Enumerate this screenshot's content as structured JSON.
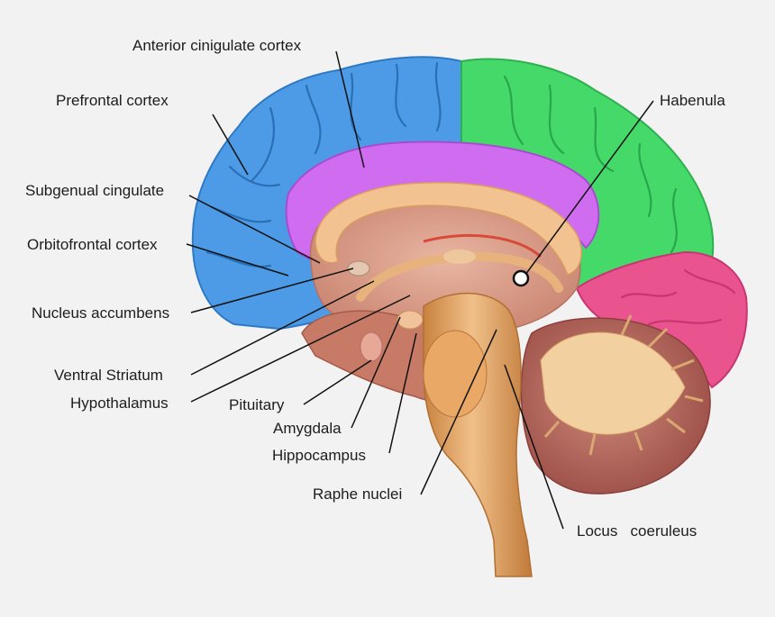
{
  "labels": {
    "anterior_cingulate": "Anterior cinigulate cortex",
    "prefrontal": "Prefrontal cortex",
    "subgenual": "Subgenual cingulate",
    "orbitofrontal": "Orbitofrontal cortex",
    "nucleus_accumbens": "Nucleus accumbens",
    "ventral_striatum": "Ventral Striatum",
    "hypothalamus": "Hypothalamus",
    "pituitary": "Pituitary",
    "amygdala": "Amygdala",
    "hippocampus": "Hippocampus",
    "raphe": "Raphe nuclei",
    "habenula": "Habenula",
    "locus": "Locus   coeruleus"
  },
  "colors": {
    "background": "#f2f2f2",
    "prefrontal": "#4d9be6",
    "anterior_cingulate": "#cf6cf0",
    "parietal": "#45d96a",
    "occipital": "#e9548f",
    "core_tissue": "#d99b86",
    "corpus_callosum": "#f2c290",
    "brainstem": "#e7a968",
    "cerebellum": "#b9665b"
  }
}
